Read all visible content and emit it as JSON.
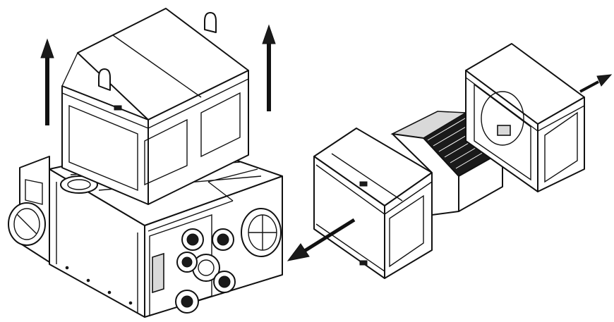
{
  "figure": {
    "parts": [
      {
        "name": "main-unit-housing"
      },
      {
        "name": "upper-cover-module"
      },
      {
        "name": "heat-exchanger-core"
      },
      {
        "name": "filter-cartridge"
      },
      {
        "name": "end-cover-module"
      }
    ],
    "arrows": [
      {
        "name": "lift-arrow-left",
        "direction": "up"
      },
      {
        "name": "lift-arrow-right",
        "direction": "up"
      },
      {
        "name": "pull-arrow-left",
        "direction": "down-left"
      },
      {
        "name": "pull-arrow-right",
        "direction": "up-right"
      }
    ],
    "colors": {
      "line": "#111111",
      "fill": "#ffffff",
      "shade": "#d9d9d9"
    }
  }
}
